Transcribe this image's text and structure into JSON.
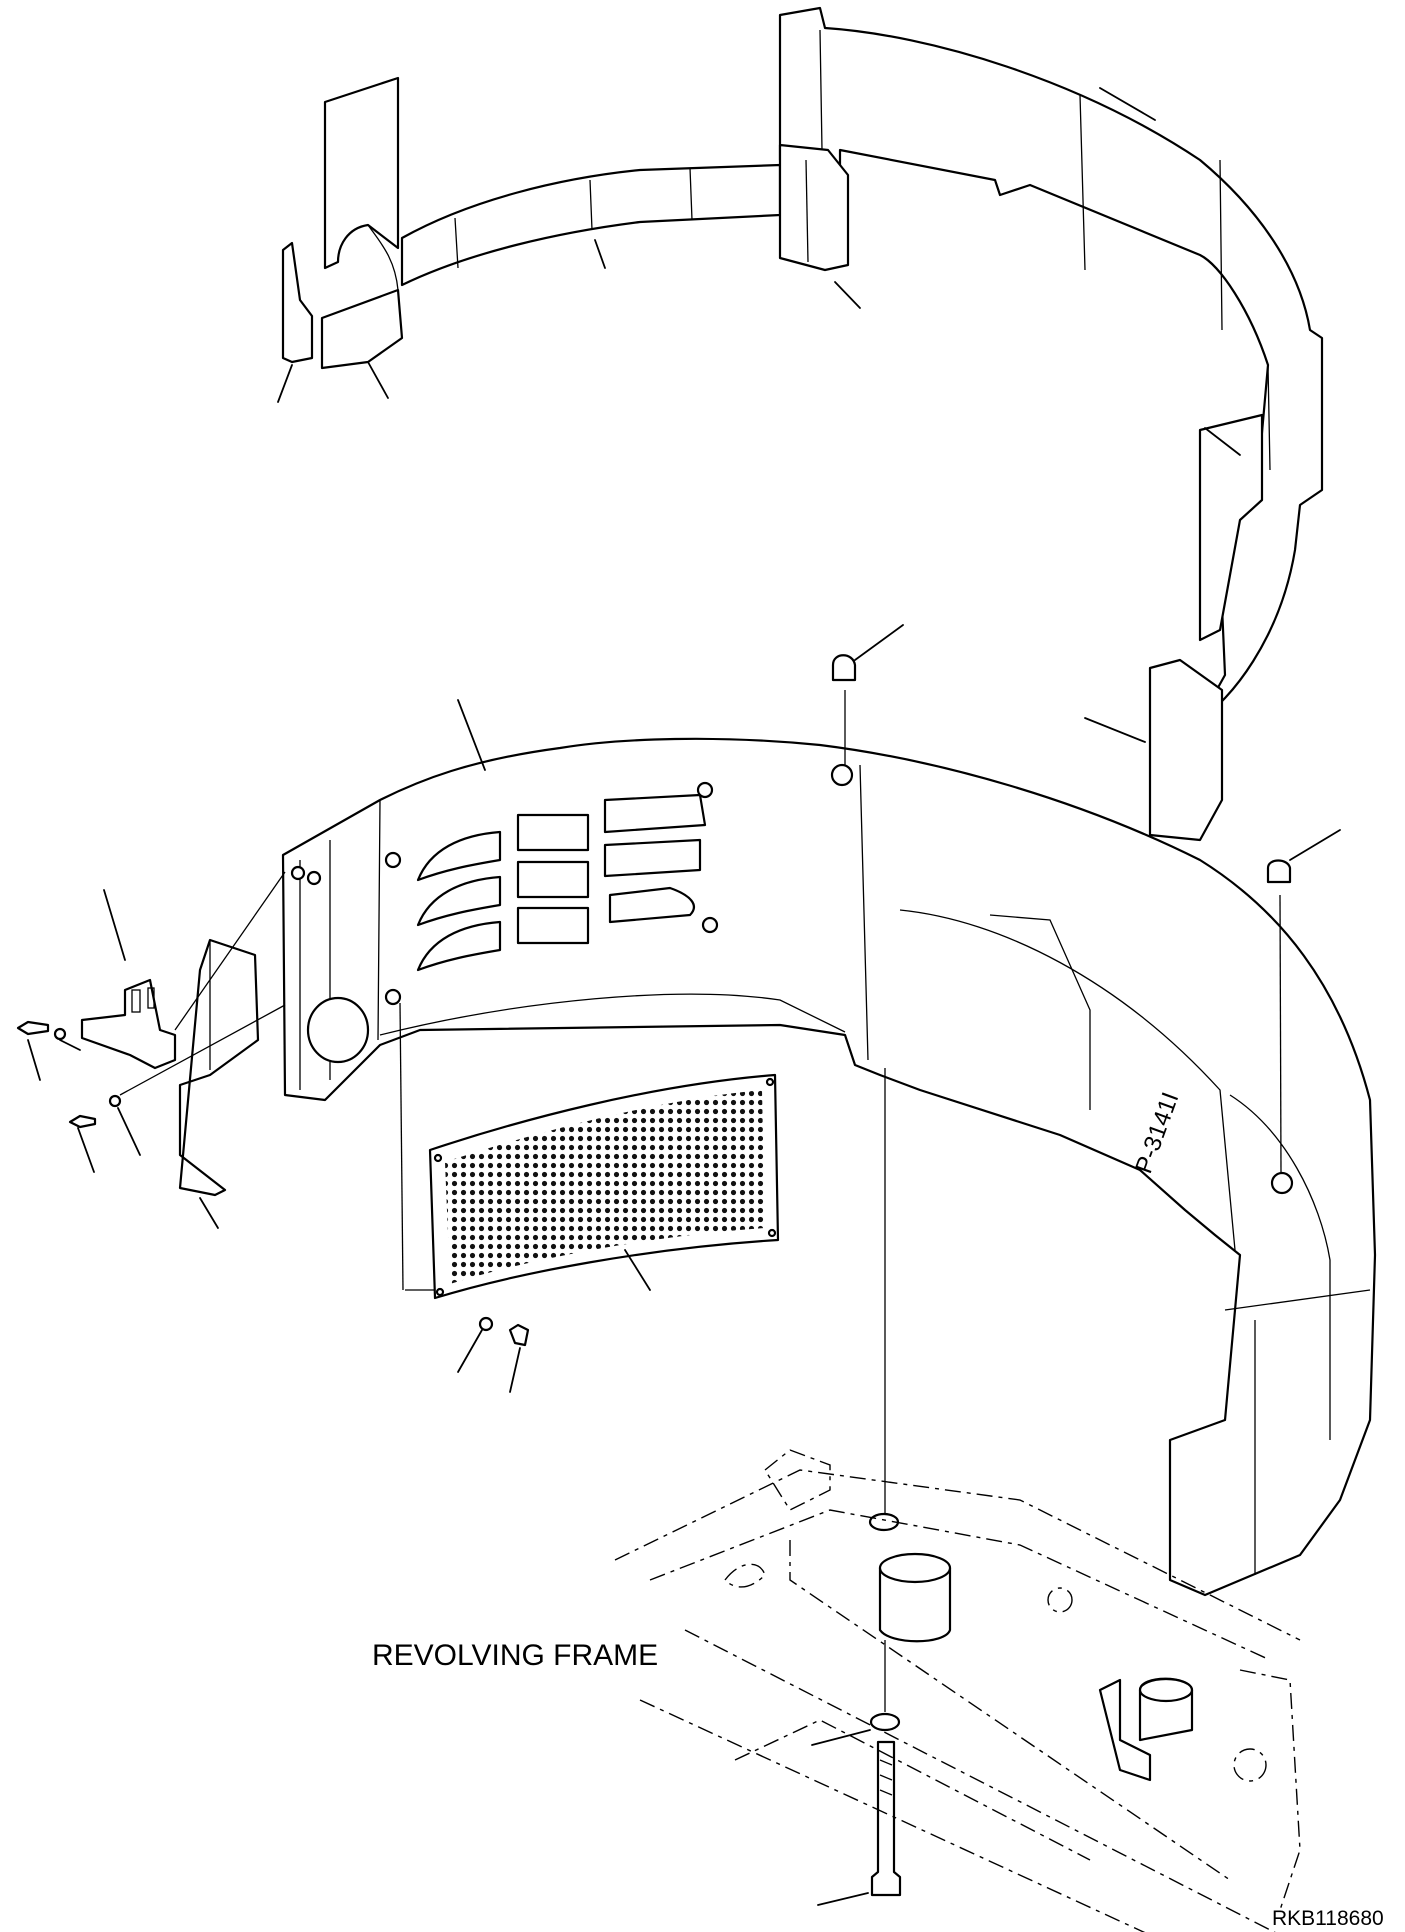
{
  "labels": {
    "revolving_frame": "REVOLVING FRAME",
    "drawing_code": "RKB118680",
    "mark": "P-3141I"
  }
}
